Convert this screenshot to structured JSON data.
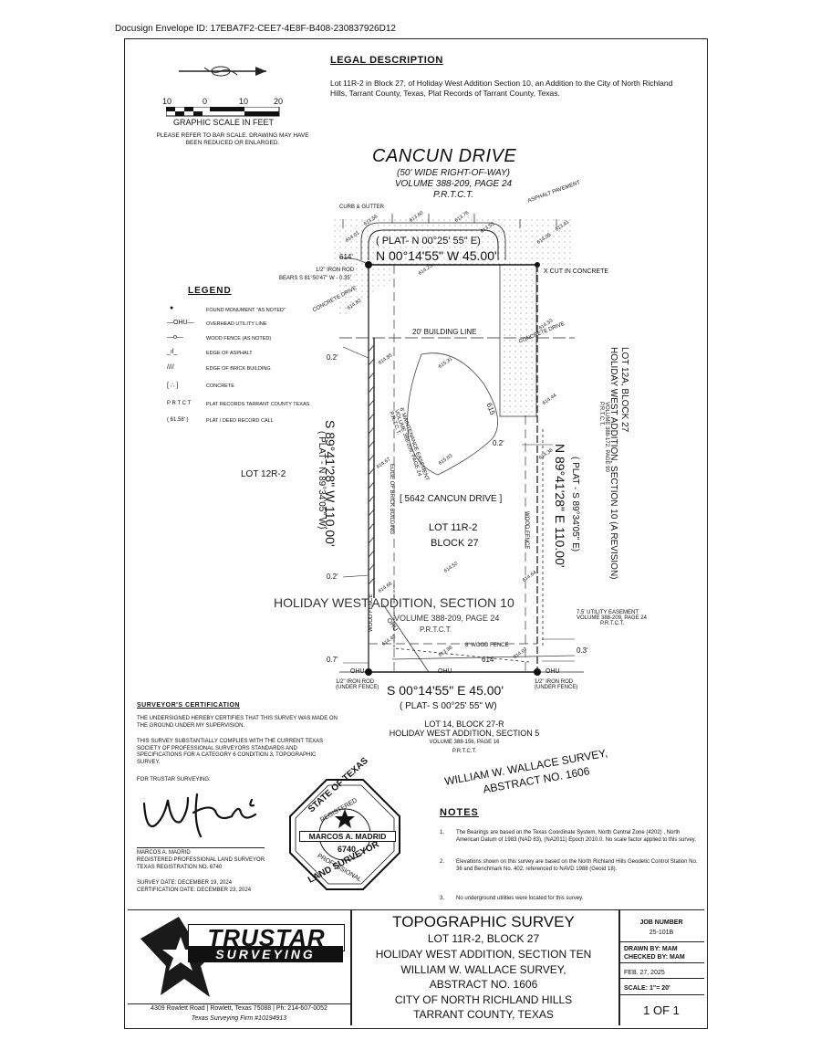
{
  "envelope_id": "Docusign Envelope ID: 17EBA7F2-CEE7-4E8F-B408-230837926D12",
  "legal": {
    "heading": "LEGAL DESCRIPTION",
    "text": "Lot 11R-2 in Block 27, of Holiday West Addition Section 10, an Addition to the City of North Richland Hills, Tarrant County, Texas, Plat Records of Tarrant County, Texas."
  },
  "scale": {
    "ticks": [
      "10",
      "0",
      "10",
      "20"
    ],
    "title": "GRAPHIC SCALE IN FEET",
    "note": "PLEASE REFER TO BAR SCALE. DRAWING MAY HAVE BEEN REDUCED OR ENLARGED."
  },
  "street": {
    "name": "CANCUN DRIVE",
    "row": "(50' WIDE RIGHT-OF-WAY)",
    "volume": "VOLUME 388-209, PAGE 24",
    "prtct": "P.R.T.C.T."
  },
  "legend": {
    "title": "LEGEND",
    "items": [
      {
        "symbol": "●",
        "label": "FOUND MONUMENT \"AS NOTED\""
      },
      {
        "symbol": "—OHU—",
        "label": "OVERHEAD UTILITY LINE"
      },
      {
        "symbol": "—o—",
        "label": "WOOD FENCE (AS NOTED)"
      },
      {
        "symbol": "_ıl_",
        "label": "EDGE OF ASPHALT"
      },
      {
        "symbol": "////",
        "label": "EDGE OF BRICK BUILDING"
      },
      {
        "symbol": "[ ∴ ]",
        "label": "CONCRETE"
      },
      {
        "symbol": "P R T C T",
        "label": "PLAT RECORDS TARRANT COUNTY TEXAS"
      },
      {
        "symbol": "( 61.58' )",
        "label": "PLAT / DEED RECORD CALL"
      }
    ]
  },
  "plat": {
    "top_call": "( PLAT- N 00°25' 55\" E)",
    "top_bearing": "N 00°14'55\" W 45.00'",
    "bottom_bearing": "S 00°14'55\" E 45.00'",
    "bottom_call": "( PLAT- S 00°25' 55\" W)",
    "left_bearing": "S 89°41'28\" W 110.00'",
    "left_call": "( PLAT - N 89°34'05\" W)",
    "right_bearing": "N 89°41'28\" E 110.00'",
    "right_call": "( PLAT - S 89°34'05\" E)",
    "address": "[ 5642 CANCUN DRIVE ]",
    "lot": "LOT 11R-2",
    "block": "BLOCK 27",
    "addition": "HOLIDAY WEST ADDITION, SECTION 10",
    "addition_vol": "VOLUME 388-209, PAGE 24",
    "addition_prtct": "P.R.T.C.T.",
    "lot_left": "LOT 12R-2",
    "lot_right_1": "LOT 12A, BLOCK 27",
    "lot_right_2": "HOLIDAY WEST ADDITION, SECTION 10 (A REVISION)",
    "lot_right_3": "VOLUME 388-172, PAGE 90",
    "lot_right_4": "P.R.T.C.T.",
    "south_lot": "LOT 14, BLOCK 27-R",
    "south_add": "HOLIDAY WEST ADDITION, SECTION 5",
    "south_vol": "VOLUME 388-156, PAGE 16",
    "south_prtct": "P.R.T.C.T.",
    "survey_1": "WILLIAM W. WALLACE SURVEY,",
    "survey_2": "ABSTRACT NO. 1606",
    "building_line": "20' BUILDING LINE",
    "iron_rod_ne": "1/2\" IRON ROD",
    "bears": "BEARS S 81°50'47\" W - 0.35'",
    "cut": "X CUT IN CONCRETE",
    "curb": "CURB & GUTTER",
    "asphalt_pavement": "ASPHALT PAVEMENT",
    "concrete_drive_1": "CONCRETE DRIVE",
    "concrete_drive_2": "CONCRETE DRIVE",
    "maint_easement": "6' MAINTENANCE EASEMENT",
    "maint_vol": "VOLUME 388-209, PAGE 24",
    "maint_prtct": "P.R.T.C.T.",
    "brick_edge": "EDGE OF BRICK BUILDING",
    "wood_fence_right": "WOOD FENCE",
    "wood_fence_bottom": "8' WOOD FENCE",
    "wood_fence_left": "WOOD FENCE",
    "utility_easement": "7.5' UTILITY EASEMENT",
    "utility_vol": "VOLUME 388-209, PAGE 24",
    "utility_prtct": "P.R.T.C.T.",
    "ohu": "OHU",
    "iron_rod_sw": "1/2\" IRON ROD",
    "under_fence_sw": "(UNDER FENCE)",
    "iron_rod_se": "1/2\" IRON ROD",
    "under_fence_se": "(UNDER FENCE)",
    "offset_02a": "0.2'",
    "offset_02b": "0.2'",
    "offset_02c": "0.2'",
    "offset_07": "0.7'",
    "offset_03": "0.3'",
    "contour_615": "615",
    "contour_614": "614",
    "contour_614_left": "614'",
    "elev": [
      "613.56",
      "613.60",
      "613.76",
      "613.53",
      "614.05",
      "613.41",
      "614.01",
      "614.23",
      "614.82",
      "614.85",
      "615.31",
      "614.67",
      "615.03",
      "614.52",
      "614.66",
      "614.44",
      "614.53",
      "614.38",
      "614.64",
      "614.42",
      "613.96",
      "614.07"
    ]
  },
  "certification": {
    "title": "SURVEYOR'S CERTIFICATION",
    "p1": "THE UNDERSIGNED HEREBY CERTIFIES THAT THIS SURVEY WAS MADE ON THE GROUND UNDER MY SUPERVISION.",
    "p2": "THIS SURVEY SUBSTANTIALLY COMPLIES WITH THE CURRENT TEXAS SOCIETY OF PROFESSIONAL SURVEYORS STANDARDS AND SPECIFICATIONS FOR A CATEGORY 6 CONDITION 3, TOPOGRAPHIC SURVEY.",
    "for": "FOR TRUSTAR SURVEYING:",
    "name": "MARCOS A. MADRID",
    "reg": "REGISTERED PROFESSIONAL LAND SURVEYOR",
    "reg_no": "TEXAS REGISTRATION NO. 6740",
    "survey_date": "SURVEY DATE: DECEMBER 19, 2024",
    "cert_date": "CERTIFICATION DATE: DECEMBER 23, 2024"
  },
  "seal": {
    "top": "STATE OF TEXAS",
    "registered": "REGISTERED",
    "name": "MARCOS A. MADRID",
    "number": "6740",
    "professional": "PROFESSIONAL",
    "bottom": "LAND SURVEYOR"
  },
  "notes": {
    "title": "NOTES",
    "items": [
      {
        "num": "1.",
        "text": "The Bearings are based on the Texas Coordinate System, North Central Zone (4202) , North American Datum of 1983 (NAD 83), (NA2011) Epoch 2010.0. No scale factor applied to this survey."
      },
      {
        "num": "2.",
        "text": "Elevations shown on this survey are based on the North Richland Hills Geodetic Control Station No. 36 and Benchmark No. 402, referenced to NAVD 1988 (Geoid 18)."
      },
      {
        "num": "3.",
        "text": "No underground utilities were located for this survey."
      }
    ]
  },
  "title_block": {
    "logo_top": "TRUSTAR",
    "logo_bottom": "SURVEYING",
    "address": "4309 Rowlett Road | Rowlett, Texas 75088 | Ph: 214-607-0052",
    "firm": "Texas Surveying Firm #10194913",
    "title": "TOPOGRAPHIC SURVEY",
    "line2": "LOT 11R-2, BLOCK 27",
    "line3": "HOLIDAY WEST ADDITION, SECTION TEN",
    "line4": "WILLIAM W. WALLACE SURVEY,",
    "line5": "ABSTRACT NO. 1606",
    "line6": "CITY OF NORTH RICHLAND HILLS",
    "line7": "TARRANT COUNTY, TEXAS",
    "job_label": "JOB NUMBER",
    "job_number": "25-101B",
    "drawn": "DRAWN BY: MAM",
    "checked": "CHECKED BY: MAM",
    "date": "FEB. 27, 2025",
    "scale": "SCALE: 1\"= 20'",
    "sheet": "1 OF 1"
  }
}
